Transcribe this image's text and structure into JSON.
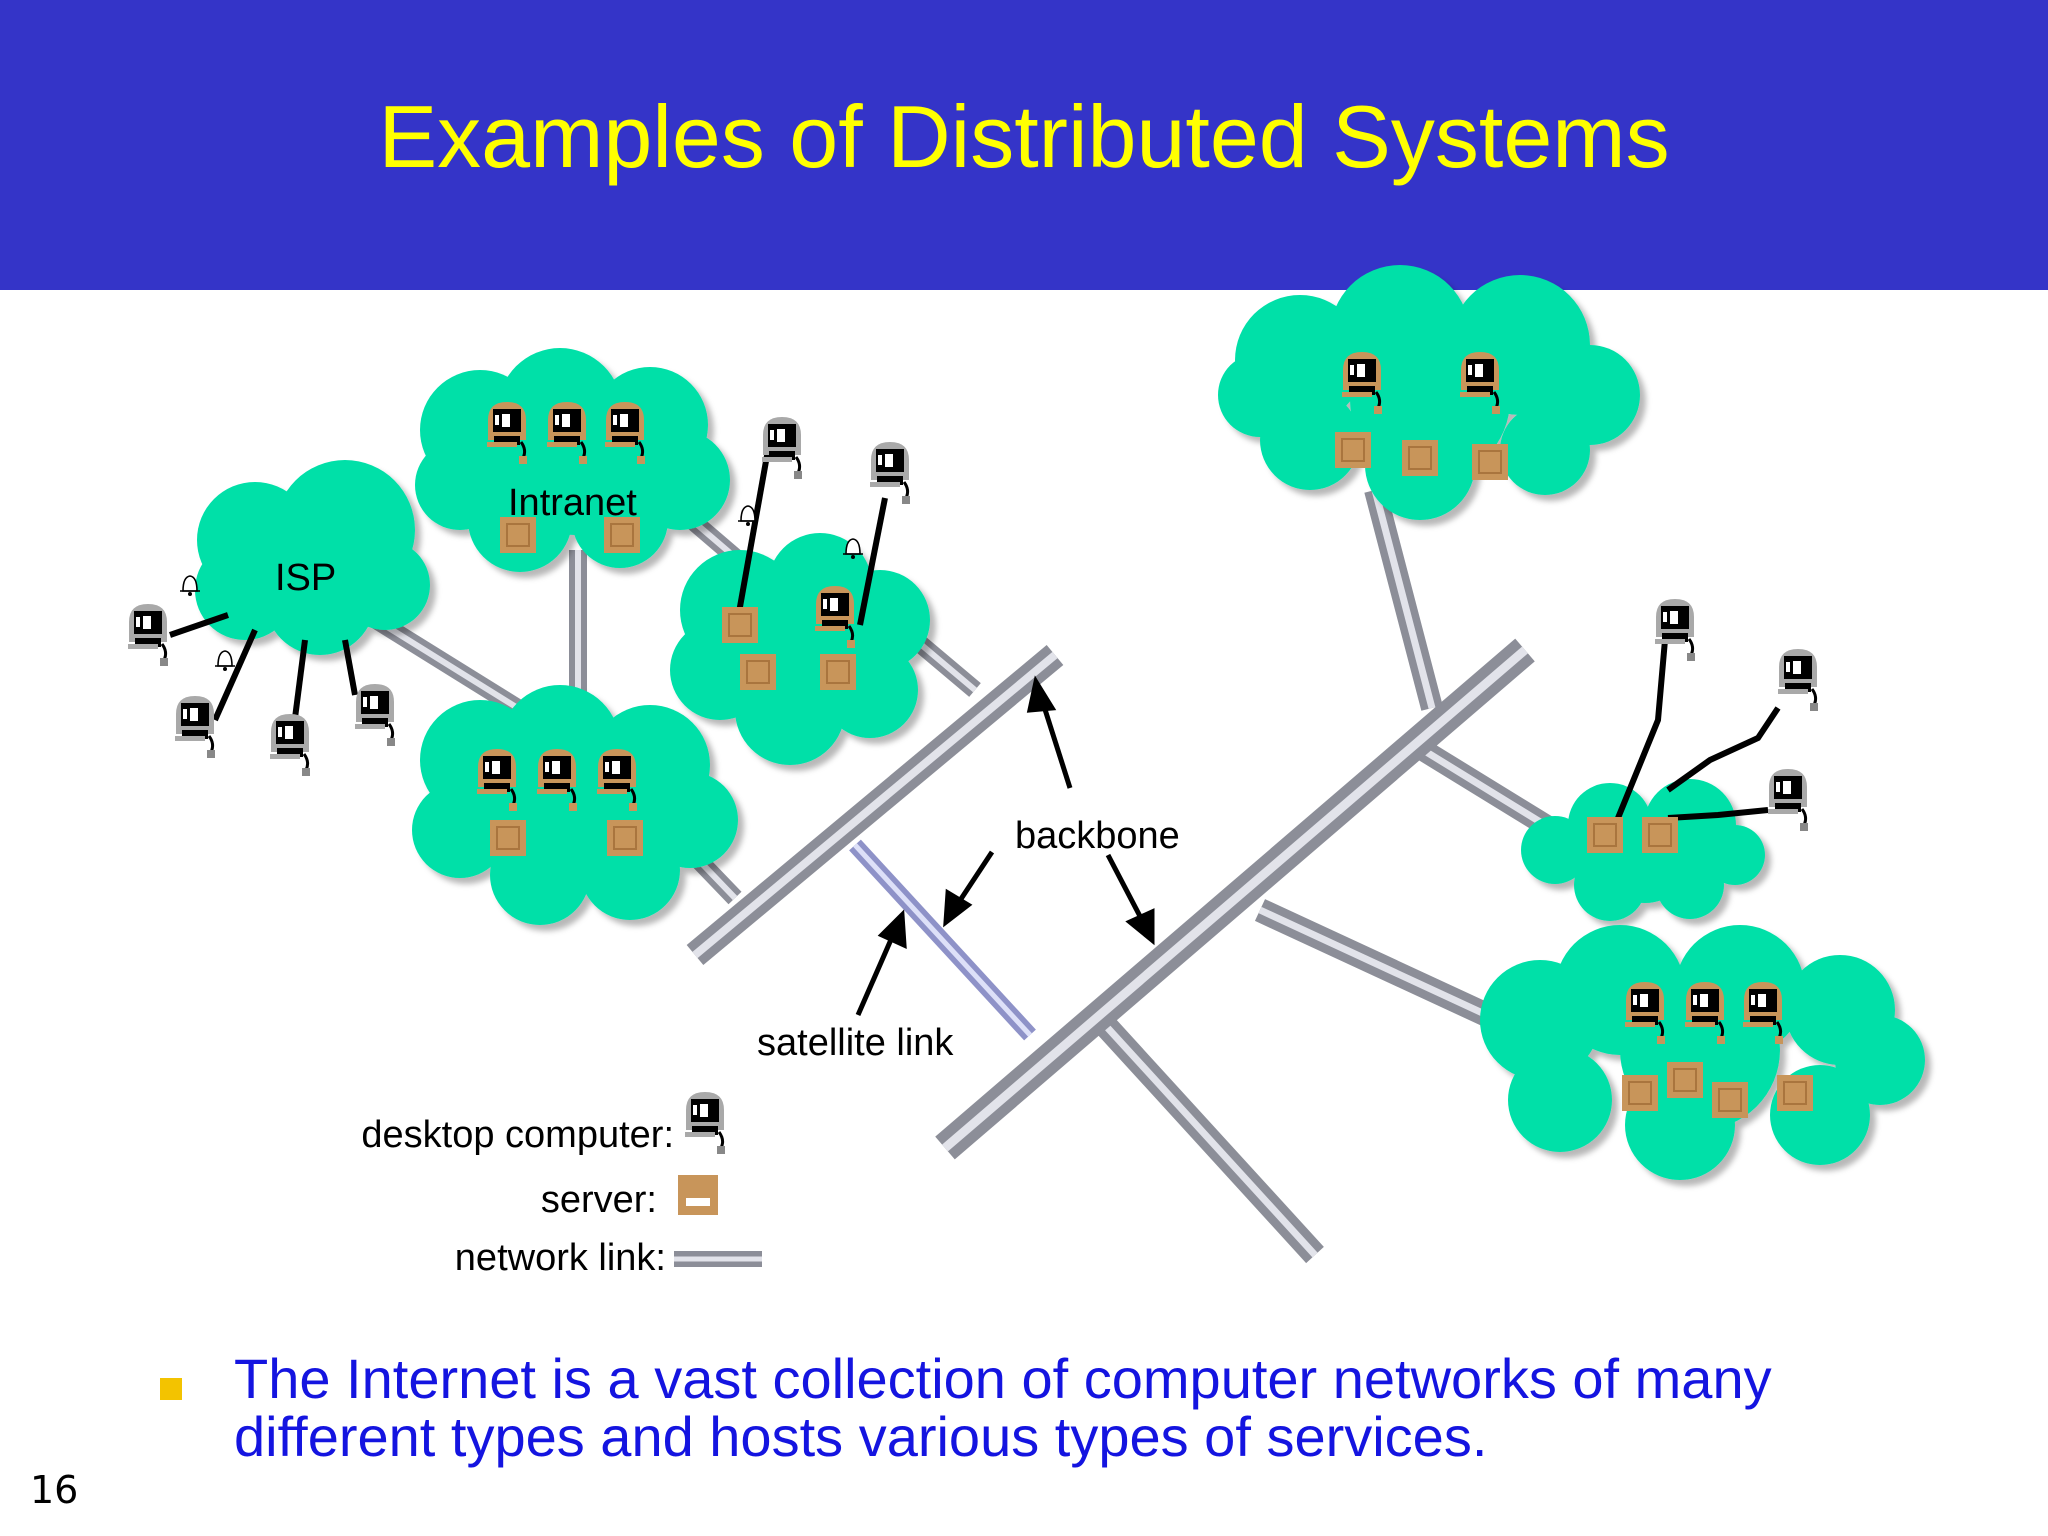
{
  "title": "Examples of Distributed Systems",
  "diagram": {
    "labels": {
      "isp": "ISP",
      "intranet": "Intranet",
      "backbone": "backbone",
      "satellite_link": "satellite link"
    },
    "legend": {
      "desktop": "desktop computer:",
      "server": "server:",
      "network_link": "network link:"
    }
  },
  "bullet": "The Internet is a vast collection of computer networks of many different types and hosts various types of services.",
  "page_number": "16",
  "colors": {
    "header": "#3434c8",
    "title": "#ffff00",
    "cloud": "#00e0a8",
    "server": "#c8955a",
    "link": "#b4b6c4",
    "satellite_link": "#b8bce8",
    "bullet_text": "#1414e0",
    "bullet_marker": "#f3c300"
  },
  "icons": [
    "desktop-computer-icon",
    "server-icon",
    "network-link-icon",
    "bell-icon",
    "arrow-icon",
    "cloud-network"
  ]
}
